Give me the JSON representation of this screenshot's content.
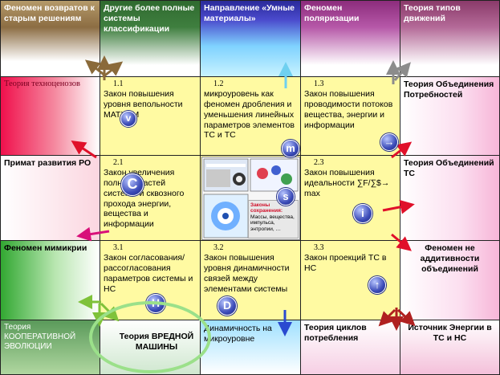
{
  "headers": [
    "Феномен возвратов к старым решениям",
    "Другие более полные системы классификации",
    "Направление «Умные материалы»",
    "Феномен поляризации",
    "Теория типов движений"
  ],
  "rows": [
    {
      "label": "Теория техноценозов",
      "cells": [
        {
          "num": "1.1",
          "text": "Закон повышения уровня вепольности МАТХЭМ"
        },
        {
          "num": "1.2",
          "text": "микроуровень как феномен дробления и уменьшения линейных параметров элементов ТС и ТС"
        },
        {
          "num": "1.3",
          "text": "Закон повышения проводимости потоков вещества, энергии и информации"
        }
      ],
      "right": "Теория Объединения Потребностей"
    },
    {
      "label": "Примат развития РО",
      "cells": [
        {
          "num": "2.1",
          "text": "Закон увеличения полноты частей системы и сквозного прохода энергии, вещества и информации"
        },
        {
          "num": "",
          "text": ""
        },
        {
          "num": "2.3",
          "text": "Закон повышения идеальности ∑F/∑$→ max"
        }
      ],
      "right": "Теория Объединений ТС"
    },
    {
      "label": "Феномен мимикрии",
      "cells": [
        {
          "num": "3.1",
          "text": "Закон согласования/ рассогласования параметров системы и НС"
        },
        {
          "num": "3.2",
          "text": "Закон повышения уровня динамичности связей между элементами системы"
        },
        {
          "num": "3.3",
          "text": "Закон проекций ТС в НС"
        }
      ],
      "right": "Феномен не аддитивности объединений"
    },
    {
      "label": "Теория КООПЕРАТИВНОЙ ЭВОЛЮЦИИ",
      "cells": [
        {
          "num": "",
          "text": "Теория ВРЕДНОЙ МАШИНЫ"
        },
        {
          "num": "",
          "text": "Динамичность на микроуровне"
        },
        {
          "num": "",
          "text": "Теория циклов потребления"
        }
      ],
      "right": "Источник Энергии в ТС и НС"
    }
  ],
  "badges": {
    "v": "v",
    "c": "C",
    "m": "m",
    "s": "s",
    "i": "i",
    "h": "H",
    "d": "D",
    "up": "↑",
    "arrow": "→"
  },
  "collage_note": {
    "title": "Законы сохранения:",
    "text": "Массы, вещества, импульса, энтропии, …"
  },
  "colors": {
    "arrow_brown": "#8a6a3a",
    "arrow_gray": "#8c8c8c",
    "arrow_red": "#e0102a",
    "arrow_magenta": "#d8107a",
    "arrow_cyan": "#6fd0f0",
    "arrow_blue": "#2a4ad0",
    "arrow_green": "#7fc23a",
    "arrow_dark_red": "#b02020"
  }
}
